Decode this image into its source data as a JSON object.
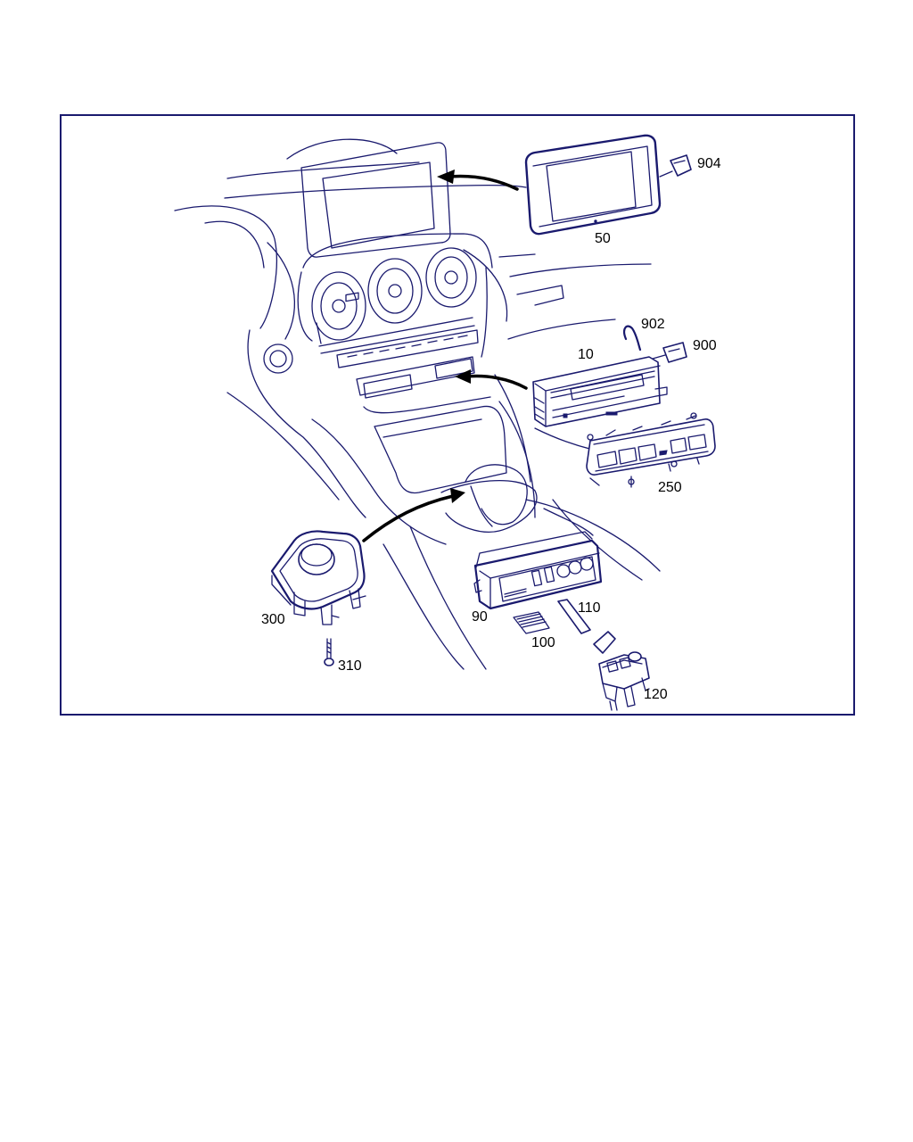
{
  "diagram": {
    "type": "exploded-parts-illustration",
    "colors": {
      "line": "#1a1a6e",
      "arrow": "#000000",
      "background": "#ffffff"
    },
    "parts": [
      {
        "id": "display",
        "label": "50"
      },
      {
        "id": "display-connector",
        "label": "904"
      },
      {
        "id": "head-unit",
        "label": "10"
      },
      {
        "id": "clip",
        "label": "902"
      },
      {
        "id": "head-unit-connector",
        "label": "900"
      },
      {
        "id": "control-panel",
        "label": "250"
      },
      {
        "id": "touchpad-controller",
        "label": "300"
      },
      {
        "id": "screw",
        "label": "310"
      },
      {
        "id": "switch-panel",
        "label": "90"
      },
      {
        "id": "insert-plate",
        "label": "100"
      },
      {
        "id": "cover-strip",
        "label": "110"
      },
      {
        "id": "switch-module",
        "label": "120"
      }
    ]
  }
}
